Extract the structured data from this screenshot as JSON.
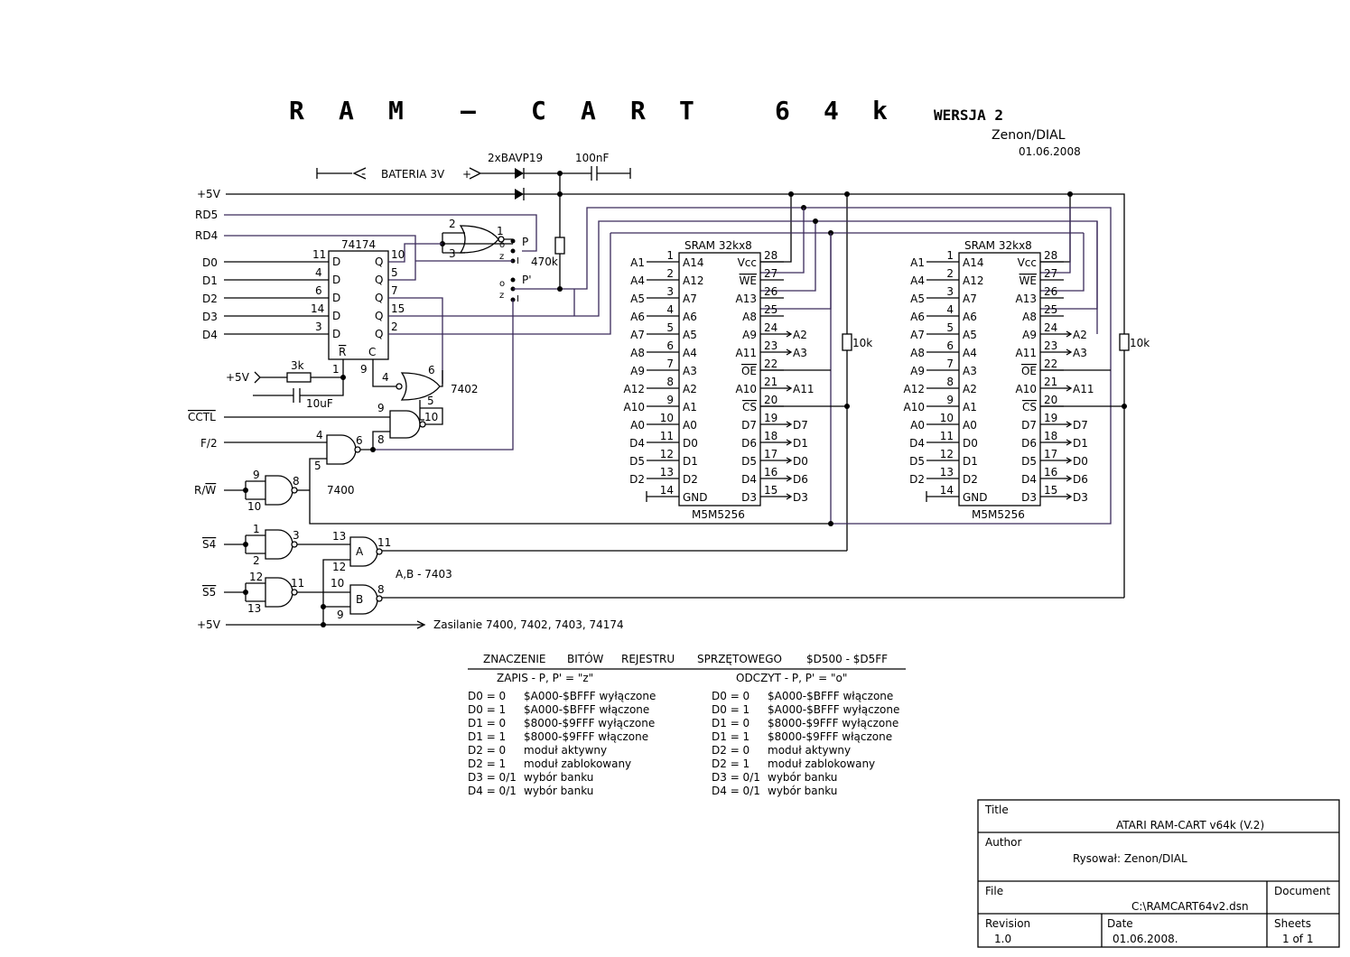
{
  "header": {
    "title_letters": [
      "R",
      "A",
      "M",
      "–",
      "C",
      "A",
      "R",
      "T",
      "6",
      "4",
      "k"
    ],
    "version": "WERSJA 2",
    "author": "Zenon/DIAL",
    "date": "01.06.2008"
  },
  "battery": {
    "label": "BATERIA 3V",
    "minus": "-",
    "plus": "+",
    "diodes": "2xBAVP19",
    "cap": "100nF"
  },
  "signals": {
    "vcc": "+5V",
    "rd5": "RD5",
    "rd4": "RD4",
    "d0": "D0",
    "d1": "D1",
    "d2": "D2",
    "d3": "D3",
    "d4": "D4",
    "cctl": "CCTL",
    "f2": "F/2",
    "rw_r": "R",
    "rw_w": "W",
    "s4": "S4",
    "s5": "S5",
    "vcc_bottom": "+5V",
    "supply_note": "Zasilanie  7400, 7402, 7403, 74174"
  },
  "components": {
    "reg_name": "74174",
    "reg_d": "D",
    "reg_q": "Q",
    "reg_r": "R",
    "reg_c": "C",
    "r470k": "470k",
    "r3k": "3k",
    "c10uf": "10uF",
    "vcc_rc": "+5V",
    "nor_name": "7402",
    "nand_name": "7400",
    "abl": "A,B - 7403",
    "gate_a": "A",
    "gate_b": "B",
    "r10k": "10k",
    "sw_p": "P",
    "sw_pp": "P'",
    "sw_o": "o",
    "sw_z": "z",
    "sw_i": "I",
    "sram_title": "SRAM 32kx8",
    "sram_part": "M5M5256"
  },
  "reg_pins": {
    "in": [
      "11",
      "4",
      "6",
      "14",
      "3"
    ],
    "out": [
      "10",
      "5",
      "7",
      "15",
      "2"
    ],
    "clr": "1",
    "clk": "9"
  },
  "gate_pins": {
    "nor_top": [
      "2",
      "3",
      "1"
    ],
    "nor_mid": [
      "4",
      "5",
      "6"
    ],
    "nand_cctl": [
      "9",
      "8",
      "10"
    ],
    "nand_f2": [
      "4",
      "5",
      "6"
    ],
    "nand_rw": [
      "9",
      "10",
      "8"
    ],
    "s4_gate": [
      "1",
      "2",
      "3"
    ],
    "s5_gate": [
      "12",
      "13",
      "11"
    ],
    "gate_a": [
      "13",
      "12",
      "11"
    ],
    "gate_b": [
      "10",
      "9",
      "8"
    ]
  },
  "sram": {
    "left_nets": [
      "A1",
      "A4",
      "A5",
      "A6",
      "A7",
      "A8",
      "A9",
      "A12",
      "A10",
      "A0",
      "D4",
      "D5",
      "D2",
      ""
    ],
    "left_pins": [
      "1",
      "2",
      "3",
      "4",
      "5",
      "6",
      "7",
      "8",
      "9",
      "10",
      "11",
      "12",
      "13",
      "14"
    ],
    "left_labels": [
      "A14",
      "A12",
      "A7",
      "A6",
      "A5",
      "A4",
      "A3",
      "A2",
      "A1",
      "A0",
      "D0",
      "D1",
      "D2",
      "GND"
    ],
    "right_pins": [
      "28",
      "27",
      "26",
      "25",
      "24",
      "23",
      "22",
      "21",
      "20",
      "19",
      "18",
      "17",
      "16",
      "15"
    ],
    "right_labels": [
      "Vcc",
      "WE",
      "A13",
      "A8",
      "A9",
      "A11",
      "OE",
      "A10",
      "CS",
      "D7",
      "D6",
      "D5",
      "D4",
      "D3"
    ],
    "right_nets": [
      "",
      "",
      "",
      "",
      "A2",
      "A3",
      "",
      "A11",
      "",
      "D7",
      "D1",
      "D0",
      "D6",
      "D3"
    ]
  },
  "register_table": {
    "title_words": [
      "ZNACZENIE",
      "BITÓW",
      "REJESTRU",
      "SPRZĘTOWEGO",
      "$D500 - $D5FF"
    ],
    "write_header": "ZAPIS  -  P, P' = \"z\"",
    "read_header": "ODCZYT  -  P, P' = \"o\"",
    "write_rows": [
      {
        "bit": "D0 = 0",
        "desc": "$A000-$BFFF wyłączone"
      },
      {
        "bit": "D0 = 1",
        "desc": "$A000-$BFFF włączone"
      },
      {
        "bit": "D1 = 0",
        "desc": "$8000-$9FFF wyłączone"
      },
      {
        "bit": "D1 = 1",
        "desc": "$8000-$9FFF włączone"
      },
      {
        "bit": "D2 = 0",
        "desc": "moduł aktywny"
      },
      {
        "bit": "D2 = 1",
        "desc": "moduł zablokowany"
      },
      {
        "bit": "D3 = 0/1",
        "desc": "wybór banku"
      },
      {
        "bit": "D4 = 0/1",
        "desc": "wybór banku"
      }
    ],
    "read_rows": [
      {
        "bit": "D0 = 0",
        "desc": "$A000-$BFFF włączone"
      },
      {
        "bit": "D0 = 1",
        "desc": "$A000-$BFFF wyłączone"
      },
      {
        "bit": "D1 = 0",
        "desc": "$8000-$9FFF wyłączone"
      },
      {
        "bit": "D1 = 1",
        "desc": "$8000-$9FFF włączone"
      },
      {
        "bit": "D2 = 0",
        "desc": "moduł aktywny"
      },
      {
        "bit": "D2 = 1",
        "desc": "moduł zablokowany"
      },
      {
        "bit": "D3 = 0/1",
        "desc": "wybór banku"
      },
      {
        "bit": "D4 = 0/1",
        "desc": "wybór banku"
      }
    ]
  },
  "title_block": {
    "title_label": "Title",
    "title_value": "ATARI   RAM-CART v64k  (V.2)",
    "author_label": "Author",
    "author_value": "Rysował:  Zenon/DIAL",
    "file_label": "File",
    "file_value": "C:\\RAMCART64v2.dsn",
    "document_label": "Document",
    "revision_label": "Revision",
    "revision_value": "1.0",
    "date_label": "Date",
    "date_value": "01.06.2008.",
    "sheets_label": "Sheets",
    "sheets_value": "1 of 1"
  }
}
